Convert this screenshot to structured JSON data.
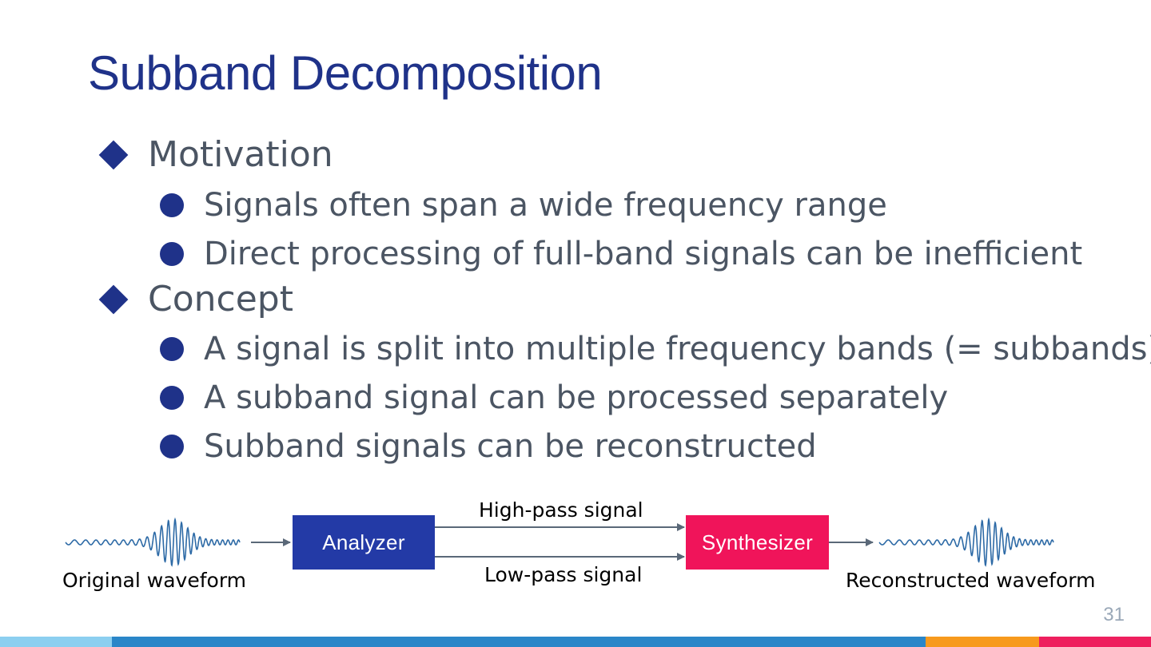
{
  "slide": {
    "title": "Subband Decomposition",
    "page_number": "31"
  },
  "bullets": [
    {
      "heading": "Motivation",
      "items": [
        "Signals often span a wide frequency range",
        "Direct processing of full-band signals can be inefficient"
      ]
    },
    {
      "heading": "Concept",
      "items": [
        "A signal is split into multiple frequency bands (= subbands)",
        "A subband signal can be processed separately",
        "Subband signals can be reconstructed"
      ]
    }
  ],
  "diagram": {
    "original_label": "Original waveform",
    "reconstructed_label": "Reconstructed waveform",
    "analyzer_label": "Analyzer",
    "synthesizer_label": "Synthesizer",
    "high_pass_label": "High-pass signal",
    "low_pass_label": "Low-pass signal"
  },
  "colors": {
    "title": "#1f3289",
    "bullet_marker": "#1f3289",
    "body_text": "#4b5563",
    "analyzer": "#233aa6",
    "synthesizer": "#f0145a",
    "waveform": "#2d6aa6",
    "arrow": "#5a6878",
    "footer": [
      "#8ccff0",
      "#2a86c8",
      "#f79a1d",
      "#ee1f5e"
    ]
  }
}
